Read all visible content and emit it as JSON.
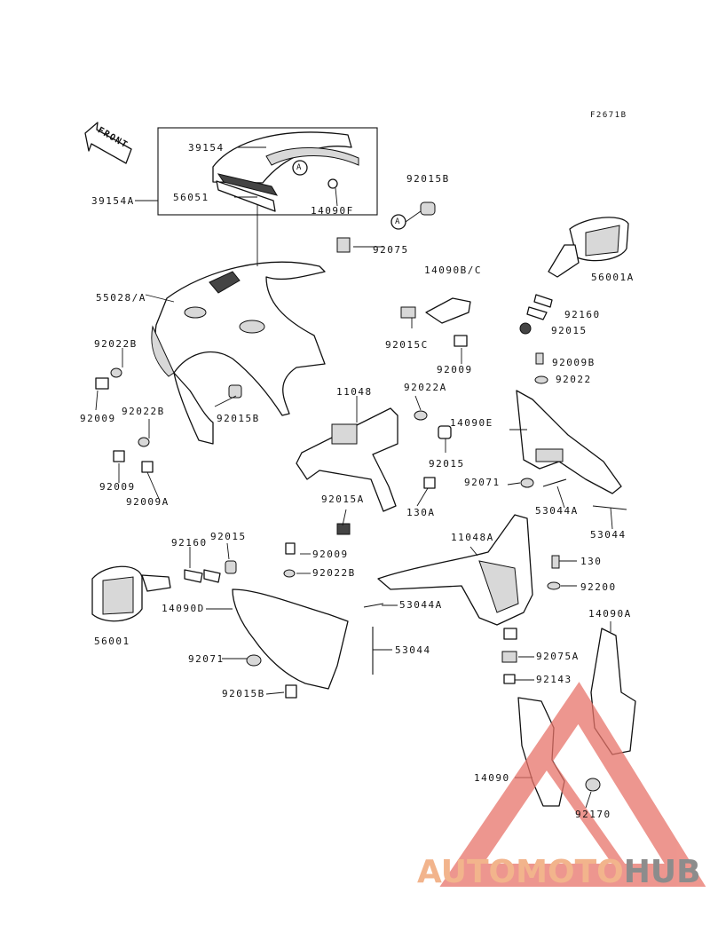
{
  "figure_code": "F2671B",
  "front_label": "FRONT",
  "callout_letter": "A",
  "parts": {
    "p39154": "39154",
    "p39154A": "39154A",
    "p56051": "56051",
    "p14090F": "14090F",
    "p92015B_top": "92015B",
    "p92075_top": "92075",
    "p55028A": "55028/A",
    "p14090BC": "14090B/C",
    "p56001A": "56001A",
    "p92160_right": "92160",
    "p92015_right": "92015",
    "p92022B_left": "92022B",
    "p92015C": "92015C",
    "p92009_mid": "92009",
    "p92009B": "92009B",
    "p92022_right": "92022",
    "p92009_left": "92009",
    "p11048": "11048",
    "p92022A": "92022A",
    "p92022B_mid": "92022B",
    "p92015B_mid": "92015B",
    "p14090E": "14090E",
    "p92015_mid": "92015",
    "p92009_left2": "92009",
    "p92009A": "92009A",
    "p92071_right": "92071",
    "p53044A_right": "53044A",
    "p92015A": "92015A",
    "p130A": "130A",
    "p53044_right": "53044",
    "p92160_left": "92160",
    "p92015_left": "92015",
    "p11048A": "11048A",
    "p92009_low": "92009",
    "p92022B_low": "92022B",
    "p130": "130",
    "p92200": "92200",
    "p14090D": "14090D",
    "p53044A_low": "53044A",
    "p14090A": "14090A",
    "p56001": "56001",
    "p92071_low": "92071",
    "p53044_low": "53044",
    "p92075A": "92075A",
    "p92015B_low": "92015B",
    "p92143": "92143",
    "p14090": "14090",
    "p92170": "92170"
  },
  "watermark": {
    "part1": "AUTOMOTO",
    "part2": "HUB",
    "color_primary": "#f2b48c",
    "color_secondary": "#8c8c8c",
    "logo_color": "#e8746a"
  }
}
